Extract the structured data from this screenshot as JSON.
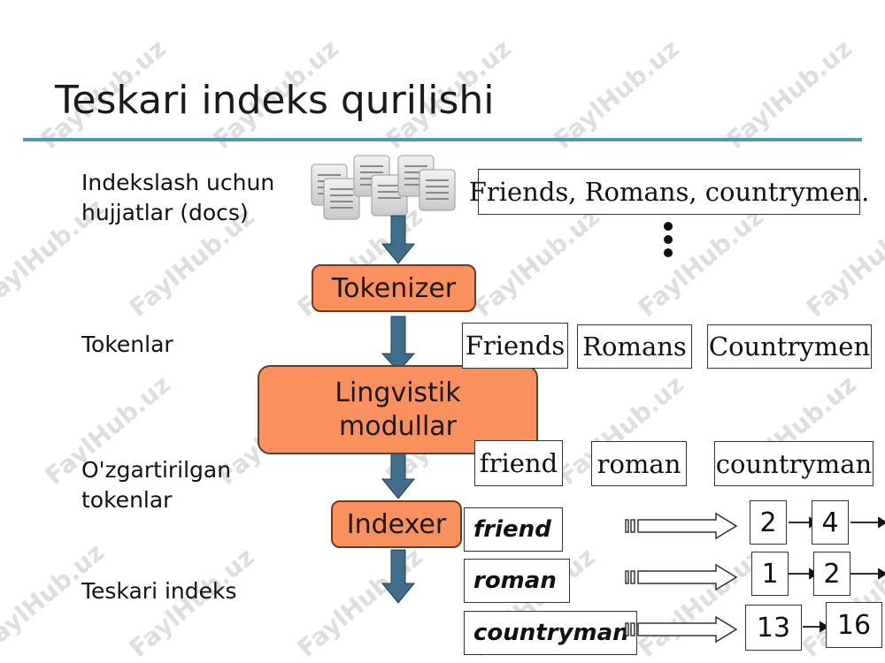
{
  "title": "Teskari indeks qurilishi",
  "labels": {
    "docs_line1": "Indekslash uchun",
    "docs_line2": "hujjatlar (docs)",
    "tokens": "Tokenlar",
    "modified_line1": "O'zgartirilgan",
    "modified_line2": "tokenlar",
    "inverted": "Teskari indeks"
  },
  "pipeline": {
    "tokenizer": "Tokenizer",
    "linguistic_line1": "Lingvistik",
    "linguistic_line2": "modullar",
    "indexer": "Indexer"
  },
  "sentence": "Friends, Romans, countrymen.",
  "tokens": [
    "Friends",
    "Romans",
    "Countrymen"
  ],
  "normalized": [
    "friend",
    "roman",
    "countryman"
  ],
  "postings": [
    {
      "term": "friend",
      "docs": [
        "2",
        "4"
      ]
    },
    {
      "term": "roman",
      "docs": [
        "1",
        "2"
      ]
    },
    {
      "term": "countryman",
      "docs": [
        "13",
        "16"
      ]
    }
  ],
  "watermark": "FaylHub.uz",
  "colors": {
    "module": "#f9905e",
    "arrow": "#3f6d8a",
    "rule": "#4f9aae"
  }
}
